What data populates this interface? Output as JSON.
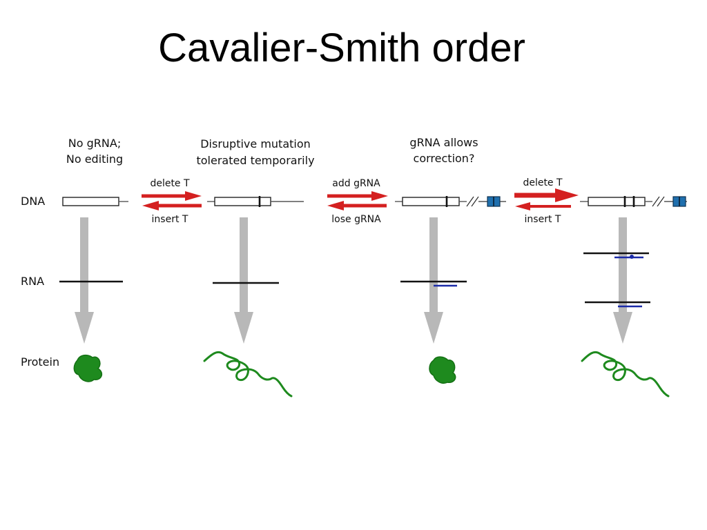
{
  "title": "Cavalier-Smith order",
  "row_labels": {
    "dna": "DNA",
    "rna": "RNA",
    "protein": "Protein"
  },
  "stages": [
    {
      "caption_line1": "No gRNA;",
      "caption_line2": "No editing",
      "protein_state": "folded"
    },
    {
      "caption_line1": "Disruptive mutation",
      "caption_line2": "tolerated temporarily",
      "protein_state": "misfolded"
    },
    {
      "caption_line1": "gRNA allows",
      "caption_line2": "correction?",
      "protein_state": "folded"
    },
    {
      "caption_line1": "",
      "caption_line2": "",
      "protein_state": "misfolded"
    }
  ],
  "transitions": [
    {
      "forward": "delete T",
      "reverse": "insert T"
    },
    {
      "forward": "add gRNA",
      "reverse": "lose gRNA"
    },
    {
      "forward": "delete T",
      "reverse": "insert T"
    }
  ],
  "colors": {
    "transition_arrow": "#d42020",
    "flow_arrow": "#b8b8b8",
    "grna_line": "#1a2aa8",
    "grna_gene": "#1f6fae",
    "protein": "#1e8a1e",
    "protein_dark": "#147014"
  }
}
